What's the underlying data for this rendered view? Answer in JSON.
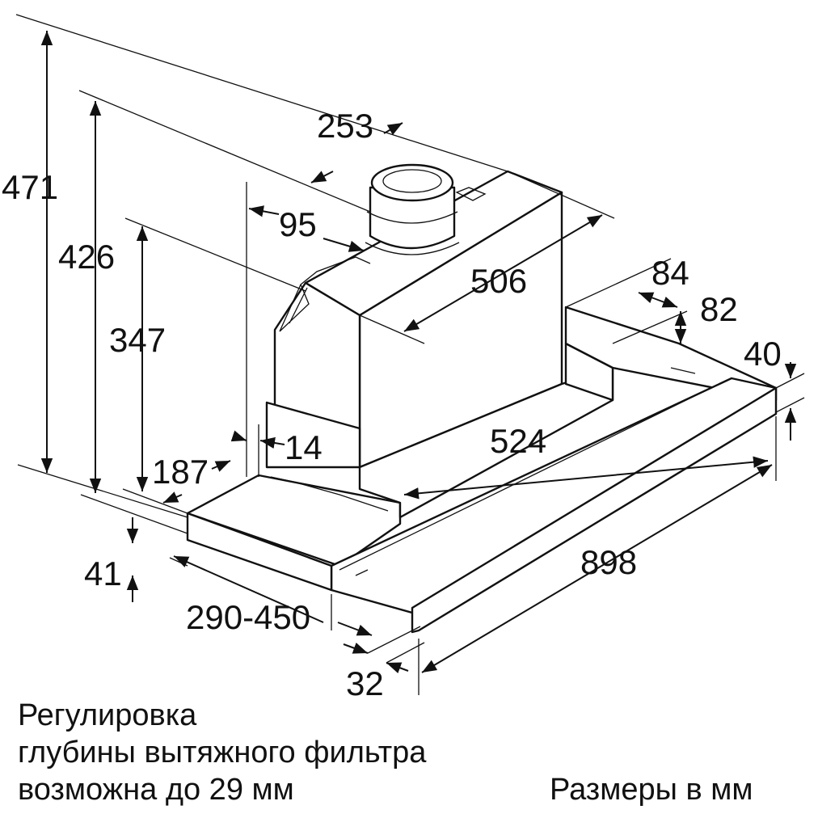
{
  "dimensions": {
    "height_total": "471",
    "height_426": "426",
    "height_347": "347",
    "d_253": "253",
    "d_95": "95",
    "d_506": "506",
    "d_84": "84",
    "d_82": "82",
    "d_40": "40",
    "d_14": "14",
    "d_187": "187",
    "d_524": "524",
    "d_41": "41",
    "d_898": "898",
    "d_290_450": "290-450",
    "d_32": "32"
  },
  "notes": {
    "adjust_line1": "Регулировка",
    "adjust_line2": "глубины вытяжного фильтра",
    "adjust_line3": "возможна до 29 мм",
    "units": "Размеры в мм"
  }
}
